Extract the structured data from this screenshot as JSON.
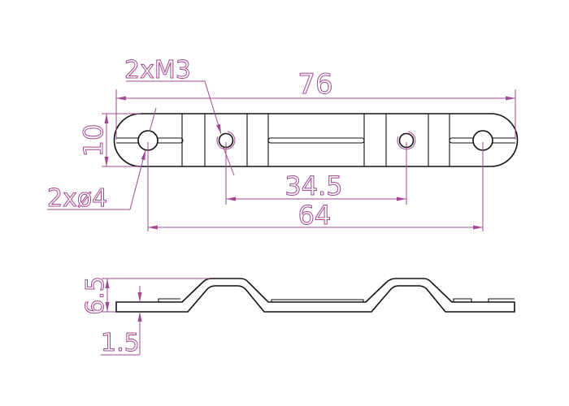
{
  "drawing": {
    "dimensions": {
      "overall_length": "76",
      "width": "10",
      "m3_spacing": "34.5",
      "hole_spacing": "64",
      "height": "6.5",
      "thickness": "1.5"
    },
    "callouts": {
      "threaded_holes": "2xM3",
      "through_holes": "2xø4"
    },
    "colors": {
      "outline": "#111111",
      "dimension": "#a04890"
    }
  }
}
